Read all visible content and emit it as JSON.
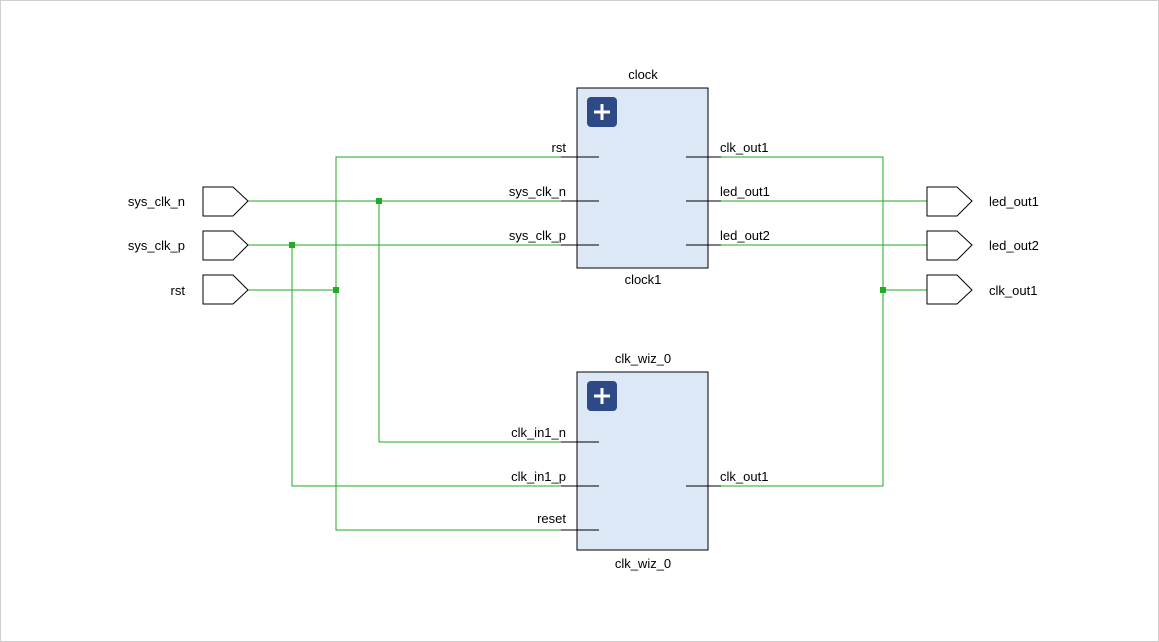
{
  "colors": {
    "wire": "#22aa22",
    "block_fill": "#dde8f6",
    "expand_button": "#2e4a86"
  },
  "external_ports": {
    "inputs": [
      "sys_clk_n",
      "sys_clk_p",
      "rst"
    ],
    "outputs": [
      "led_out1",
      "led_out2",
      "clk_out1"
    ]
  },
  "blocks": {
    "clock": {
      "title": "clock",
      "instance_name": "clock1",
      "inputs": [
        "rst",
        "sys_clk_n",
        "sys_clk_p"
      ],
      "outputs": [
        "clk_out1",
        "led_out1",
        "led_out2"
      ],
      "expand_icon": "plus-icon"
    },
    "clk_wiz": {
      "title": "clk_wiz_0",
      "instance_name": "clk_wiz_0",
      "inputs": [
        "clk_in1_n",
        "clk_in1_p",
        "reset"
      ],
      "outputs": [
        "clk_out1"
      ],
      "expand_icon": "plus-icon"
    }
  }
}
